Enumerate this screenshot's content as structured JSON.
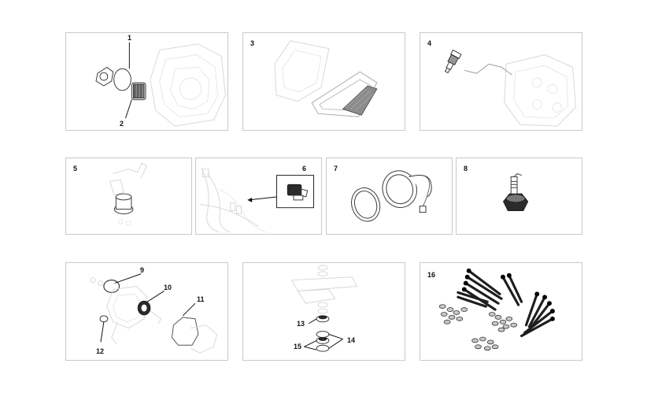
{
  "panels": [
    {
      "labels": [
        "1",
        "2"
      ]
    },
    {
      "labels": [
        "3"
      ]
    },
    {
      "labels": [
        "4"
      ]
    },
    {
      "labels": [
        "5"
      ]
    },
    {
      "labels": [
        "6"
      ]
    },
    {
      "labels": [
        "7"
      ]
    },
    {
      "labels": [
        "8"
      ]
    },
    {
      "labels": [
        "9",
        "10",
        "11",
        "12"
      ]
    },
    {
      "labels": [
        "13",
        "14",
        "15"
      ]
    },
    {
      "labels": [
        "16"
      ]
    }
  ]
}
